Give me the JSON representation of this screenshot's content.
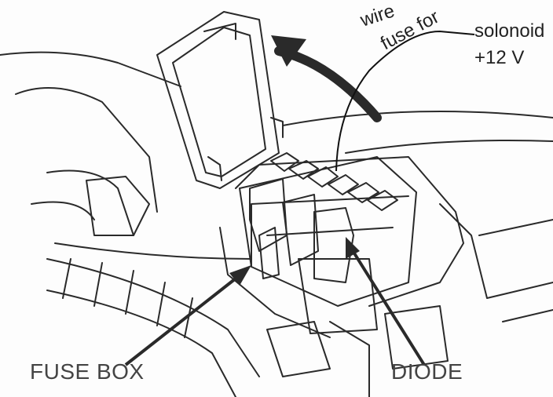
{
  "labels": {
    "fuse_box": "FUSE BOX",
    "diode": "DIODE",
    "solenoid": "solonoid",
    "voltage": "+12 V",
    "curved_wire": "wire",
    "curved_fuse": "fuse for"
  }
}
